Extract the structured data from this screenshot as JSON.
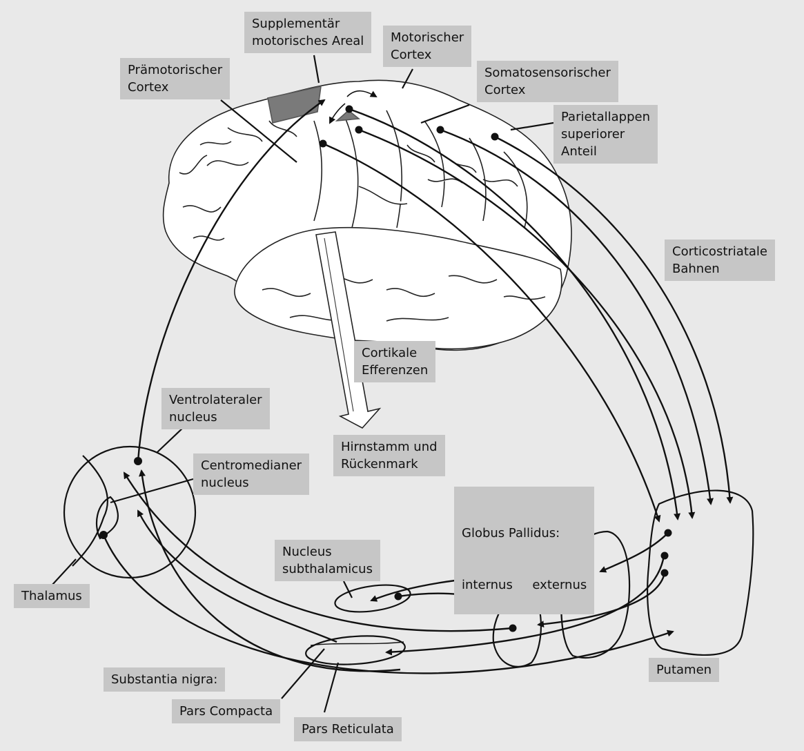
{
  "labels": {
    "sma": [
      "Supplementär",
      "motorisches Areal"
    ],
    "motor": [
      "Motorischer",
      "Cortex"
    ],
    "premotor": [
      "Prämotorischer",
      "Cortex"
    ],
    "somato": [
      "Somatosensorischer",
      "Cortex"
    ],
    "parietal": [
      "Parietallappen",
      "superiorer",
      "Anteil"
    ],
    "corticostriatal": [
      "Corticostriatale",
      "Bahnen"
    ],
    "efferent": [
      "Cortikale",
      "Efferenzen"
    ],
    "vl_nucleus": [
      "Ventrolateraler",
      "nucleus"
    ],
    "brainstem": [
      "Hirnstamm und",
      "Rückenmark"
    ],
    "cm_nucleus": [
      "Centromedianer",
      "nucleus"
    ],
    "globus": [
      "Globus Pallidus:",
      "internus     externus"
    ],
    "stn": [
      "Nucleus",
      "subthalamicus"
    ],
    "thalamus": [
      "Thalamus"
    ],
    "nigra": [
      "Substantia nigra:"
    ],
    "compacta": [
      "Pars Compacta"
    ],
    "putamen": [
      "Putamen"
    ],
    "reticulata": [
      "Pars Reticulata"
    ]
  },
  "colors": {
    "background": "#e9e9e9",
    "label_box": "#c6c6c6",
    "sma_patch": "#7a7a7a"
  }
}
